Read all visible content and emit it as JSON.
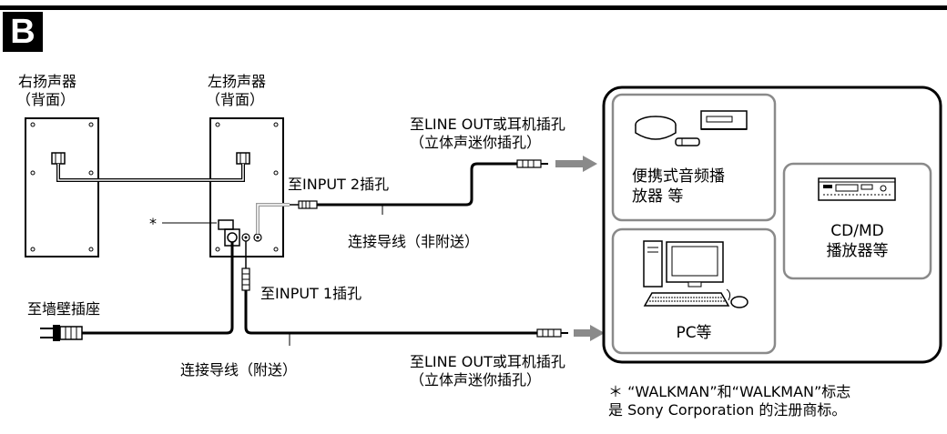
{
  "section": {
    "letter": "B"
  },
  "speakers": {
    "right": {
      "line1": "右扬声器",
      "line2": "（背面）"
    },
    "left": {
      "line1": "左扬声器",
      "line2": "（背面）"
    }
  },
  "labels": {
    "asterisk": "*",
    "input2": "至INPUT 2插孔",
    "input1": "至INPUT 1插孔",
    "wall_outlet": "至墙壁插座",
    "cable_not_supplied": "连接导线（非附送）",
    "cable_supplied": "连接导线（附送）",
    "line_out_top_1": "至LINE OUT或耳机插孔",
    "line_out_top_2": "（立体声迷你插孔）",
    "line_out_bottom_1": "至LINE OUT或耳机插孔",
    "line_out_bottom_2": "（立体声迷你插孔）"
  },
  "devices": {
    "portable": {
      "line1": "便携式音频播",
      "line2": "放器 等"
    },
    "cdmd": {
      "line1": "CD/MD",
      "line2": "播放器等"
    },
    "pc": {
      "label": "PC等"
    }
  },
  "footnote": {
    "line1": "＊ “WALKMAN”和“WALKMAN”标志",
    "line2": "是 Sony Corporation 的注册商标。"
  }
}
